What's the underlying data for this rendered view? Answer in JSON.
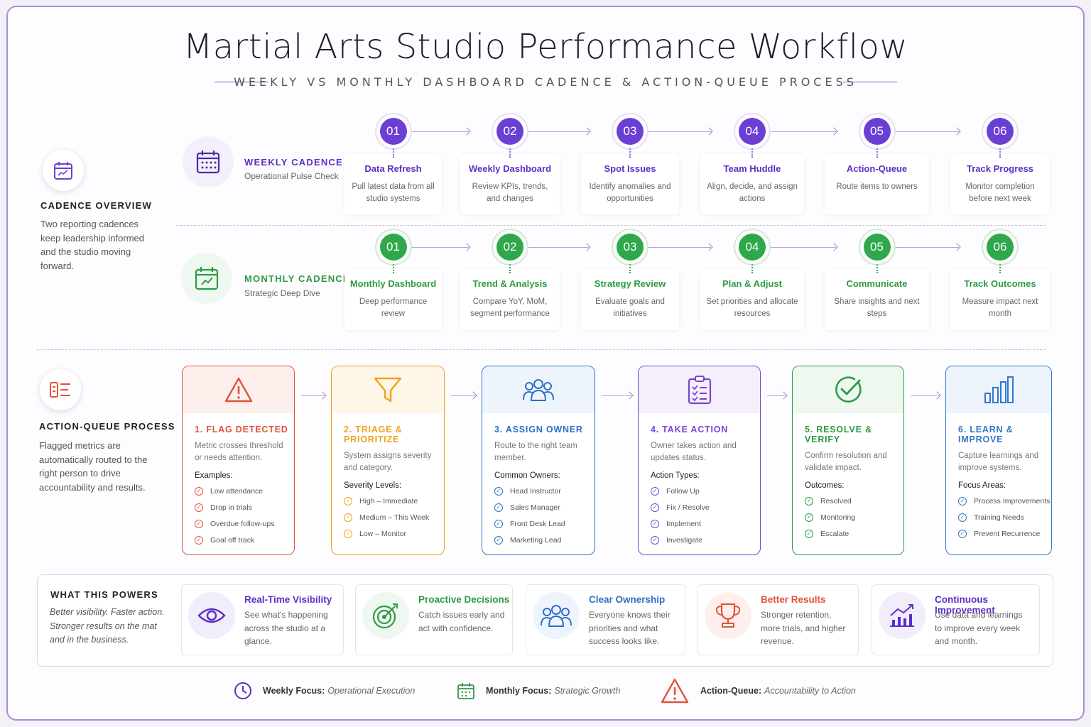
{
  "title": "Martial Arts Studio Performance Workflow",
  "subtitle": "WEEKLY VS MONTHLY DASHBOARD CADENCE & ACTION-QUEUE PROCESS",
  "overview": {
    "heading": "CADENCE OVERVIEW",
    "text": "Two reporting cadences keep leadership informed and the studio moving forward.",
    "icon": "calendar-icon"
  },
  "weekly": {
    "heading": "WEEKLY CADENCE",
    "sub": "Operational Pulse Check",
    "color": "#5b2fc6",
    "steps": [
      {
        "num": "01",
        "title": "Data Refresh",
        "desc": "Pull latest data from all studio systems"
      },
      {
        "num": "02",
        "title": "Weekly Dashboard",
        "desc": "Review KPIs, trends, and changes"
      },
      {
        "num": "03",
        "title": "Spot Issues",
        "desc": "Identify anomalies and opportunities"
      },
      {
        "num": "04",
        "title": "Team Huddle",
        "desc": "Align, decide, and assign actions"
      },
      {
        "num": "05",
        "title": "Action-Queue",
        "desc": "Route items to owners"
      },
      {
        "num": "06",
        "title": "Track Progress",
        "desc": "Monitor completion before next week"
      }
    ]
  },
  "monthly": {
    "heading": "MONTHLY CADENCE",
    "sub": "Strategic Deep Dive",
    "color": "#2e9a44",
    "steps": [
      {
        "num": "01",
        "title": "Monthly Dashboard",
        "desc": "Deep performance review"
      },
      {
        "num": "02",
        "title": "Trend & Analysis",
        "desc": "Compare YoY, MoM, segment performance"
      },
      {
        "num": "03",
        "title": "Strategy Review",
        "desc": "Evaluate goals and initiatives"
      },
      {
        "num": "04",
        "title": "Plan & Adjust",
        "desc": "Set priorities and allocate resources"
      },
      {
        "num": "05",
        "title": "Communicate",
        "desc": "Share insights and next steps"
      },
      {
        "num": "06",
        "title": "Track Outcomes",
        "desc": "Measure impact next month"
      }
    ]
  },
  "queue": {
    "heading": "ACTION-QUEUE PROCESS",
    "text": "Flagged metrics are automatically routed to the right person to drive accountability and results.",
    "stages": [
      {
        "title": "1. FLAG DETECTED",
        "desc": "Metric crosses threshold or needs attention.",
        "label": "Examples:",
        "items": [
          "Low attendance",
          "Drop in trials",
          "Overdue follow-ups",
          "Goal off track"
        ],
        "color": "#e0533a",
        "icon": "warning-icon"
      },
      {
        "title": "2. TRIAGE & PRIORITIZE",
        "desc": "System assigns severity and category.",
        "label": "Severity Levels:",
        "items": [
          "High – Immediate",
          "Medium – This Week",
          "Low – Monitor"
        ],
        "color": "#eea21d",
        "icon": "filter-icon"
      },
      {
        "title": "3. ASSIGN OWNER",
        "desc": "Route to the right team member.",
        "label": "Common Owners:",
        "items": [
          "Head Instructor",
          "Sales Manager",
          "Front Desk Lead",
          "Marketing Lead"
        ],
        "color": "#2f6fc8",
        "icon": "team-icon"
      },
      {
        "title": "4. TAKE ACTION",
        "desc": "Owner takes action and updates status.",
        "label": "Action Types:",
        "items": [
          "Follow Up",
          "Fix / Resolve",
          "Implement",
          "Investigate"
        ],
        "color": "#7a43d0",
        "icon": "checklist-icon"
      },
      {
        "title": "5. RESOLVE & VERIFY",
        "desc": "Confirm resolution and validate impact.",
        "label": "Outcomes:",
        "items": [
          "Resolved",
          "Monitoring",
          "Escalate"
        ],
        "color": "#2e9a44",
        "icon": "check-circle-icon"
      },
      {
        "title": "6. LEARN & IMPROVE",
        "desc": "Capture learnings and improve systems.",
        "label": "Focus Areas:",
        "items": [
          "Process Improvements",
          "Training Needs",
          "Prevent Recurrence"
        ],
        "color": "#2f78c8",
        "icon": "bar-chart-icon"
      }
    ]
  },
  "powers": {
    "heading": "WHAT THIS POWERS",
    "text": "Better visibility. Faster action. Stronger results on the mat and in the business.",
    "cards": [
      {
        "title": "Real-Time Visibility",
        "desc": "See what's happening across the studio at a glance.",
        "color": "#5b2fc6",
        "icon": "eye-icon"
      },
      {
        "title": "Proactive Decisions",
        "desc": "Catch issues early and act with confidence.",
        "color": "#2e9a44",
        "icon": "target-icon"
      },
      {
        "title": "Clear Ownership",
        "desc": "Everyone knows their priorities and what success looks like.",
        "color": "#2f6fc8",
        "icon": "team-icon"
      },
      {
        "title": "Better Results",
        "desc": "Stronger retention, more trials, and higher revenue.",
        "color": "#e0533a",
        "icon": "trophy-icon"
      },
      {
        "title": "Continuous Improvement",
        "desc": "Use data and learnings to improve every week and month.",
        "color": "#5b2fc6",
        "icon": "growth-chart-icon"
      }
    ]
  },
  "footer": [
    {
      "label": "Weekly Focus:",
      "value": "Operational Execution",
      "icon": "clock-icon"
    },
    {
      "label": "Monthly Focus:",
      "value": "Strategic Growth",
      "icon": "calendar-icon"
    },
    {
      "label": "Action-Queue:",
      "value": "Accountability to Action",
      "icon": "warning-icon"
    }
  ]
}
